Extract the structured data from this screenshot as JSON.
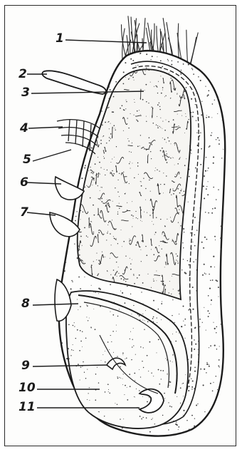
{
  "figure": {
    "labels": [
      "1",
      "2",
      "3",
      "4",
      "5",
      "6",
      "7",
      "8",
      "9",
      "10",
      "11"
    ],
    "colors": {
      "ink": "#1b1b1b",
      "paper": "#fdfdfc",
      "stipple": "#3a3a3a"
    }
  }
}
